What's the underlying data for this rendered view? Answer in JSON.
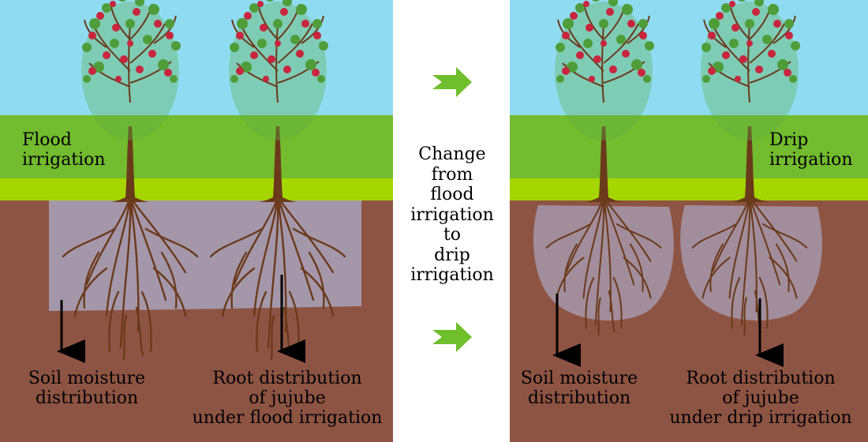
{
  "left_panel": {
    "irrigation_label": [
      "Flood",
      "irrigation"
    ],
    "soil_label": [
      "Soil moisture",
      "distribution"
    ],
    "root_label": [
      "Root distribution",
      "of jujube",
      "under flood irrigation"
    ]
  },
  "middle": {
    "change_text": [
      "Change",
      "from",
      "flood",
      "irrigation",
      "to",
      "drip",
      "irrigation"
    ]
  },
  "right_panel": {
    "irrigation_label": [
      "Drip",
      "irrigation"
    ],
    "soil_label": [
      "Soil moisture",
      "distribution"
    ],
    "root_label": [
      "Root distribution",
      "of jujube",
      "under drip irrigation"
    ]
  },
  "colors": {
    "sky": "#8fdcf2",
    "grass_dark": "#73bb2f",
    "grass_light": "#a6d600",
    "soil": "#8e5443",
    "moisture": "#a7a0b8",
    "trunk": "#6b3a1b",
    "leaf": "#4f9d3a",
    "fruit": "#c8263e",
    "arrow": "#6fbe2c"
  }
}
